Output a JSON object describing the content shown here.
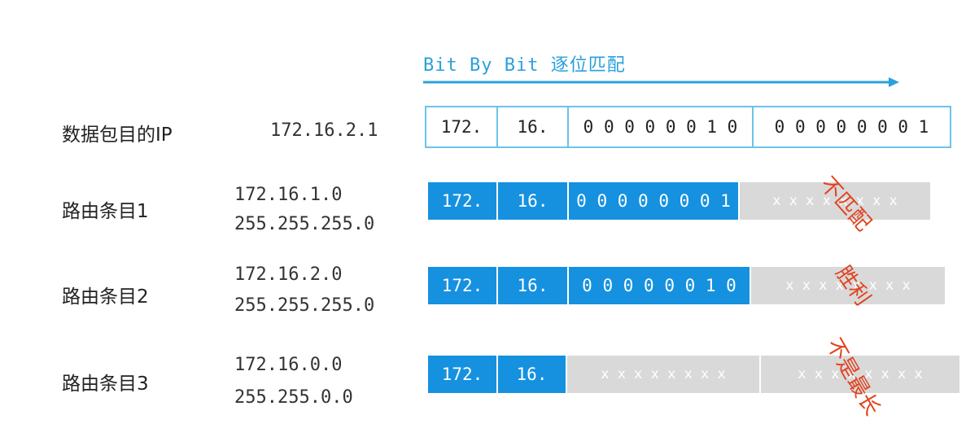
{
  "title": "Bit By Bit 逐位匹配",
  "colors": {
    "accent": "#2aa0dc",
    "blue": "#1591e0",
    "gray": "#d9d9d9",
    "note": "#e2421f"
  },
  "packet": {
    "label": "数据包目的IP",
    "ip": "172.16.2.1",
    "cells": [
      "172.",
      "16.",
      "0 0 0 0 0 0 1 0",
      "0 0 0 0 0 0 0 1"
    ]
  },
  "routes": [
    {
      "label": "路由条目1",
      "network": "172.16.1.0",
      "mask": "255.255.255.0",
      "cells": [
        "172.",
        "16.",
        "0 0 0 0 0 0 0 1",
        "x x x x x x x x"
      ],
      "note": "不匹配"
    },
    {
      "label": "路由条目2",
      "network": "172.16.2.0",
      "mask": "255.255.255.0",
      "cells": [
        "172.",
        "16.",
        "0 0 0 0 0 0 1 0",
        "x x x x x x x x"
      ],
      "note": "胜利"
    },
    {
      "label": "路由条目3",
      "network": "172.16.0.0",
      "mask": "255.255.0.0",
      "cells": [
        "172.",
        "16.",
        "x x x x x x x x",
        "x x x x x x x x"
      ],
      "note": "不是最长"
    }
  ]
}
